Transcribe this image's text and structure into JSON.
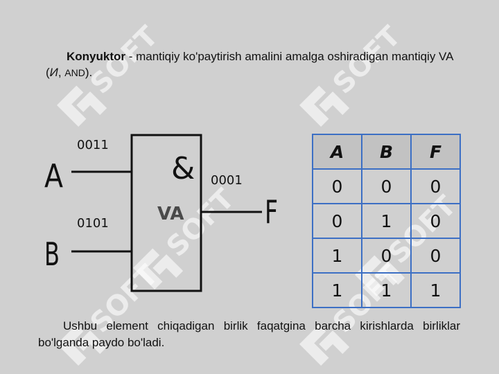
{
  "watermark": {
    "text": "SOFT",
    "color": "#ffffff"
  },
  "intro": {
    "term": "Konyuktor",
    "text": " - mantiqiy ko'paytirish amalini amalga oshiradigan mantiqiy VA (",
    "italic": "И",
    "tail": ", ",
    "small": "AND",
    "end": ")."
  },
  "gate": {
    "symbol": "&",
    "label": "VA",
    "input_a": {
      "name": "A",
      "sequence": "0011"
    },
    "input_b": {
      "name": "B",
      "sequence": "0101"
    },
    "output": {
      "name": "F",
      "sequence": "0001"
    }
  },
  "truth_table": {
    "headers": [
      "A",
      "B",
      "F"
    ],
    "rows": [
      [
        "0",
        "0",
        "0"
      ],
      [
        "0",
        "1",
        "0"
      ],
      [
        "1",
        "0",
        "0"
      ],
      [
        "1",
        "1",
        "1"
      ]
    ],
    "border_color": "#3c6fc4",
    "header_bg": "#c2c2c2"
  },
  "outro": {
    "text": "Ushbu element chiqadigan birlik faqatgina barcha kirishlarda birliklar bo'lganda paydo bo'ladi."
  }
}
